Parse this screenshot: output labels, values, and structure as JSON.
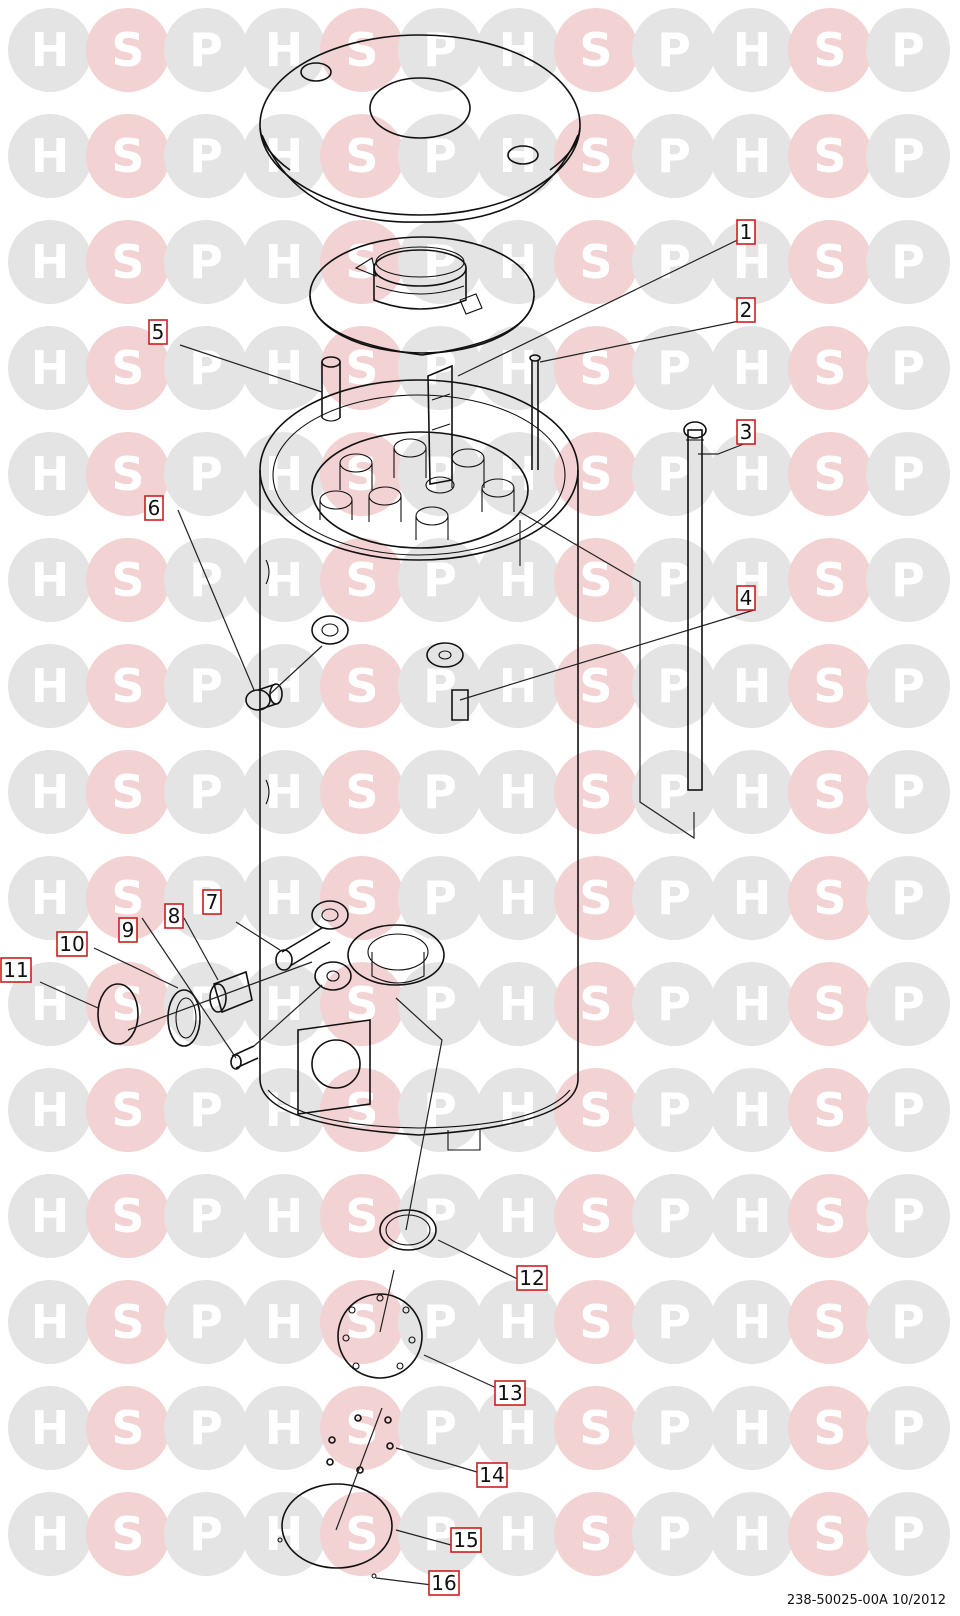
{
  "watermark": {
    "letters": [
      "H",
      "S",
      "P"
    ],
    "colors": {
      "grey": "#e4e4e4",
      "red": "#f2d2d2"
    }
  },
  "callouts": [
    {
      "label": "1"
    },
    {
      "label": "2"
    },
    {
      "label": "3"
    },
    {
      "label": "4"
    },
    {
      "label": "5"
    },
    {
      "label": "6"
    },
    {
      "label": "7"
    },
    {
      "label": "8"
    },
    {
      "label": "9"
    },
    {
      "label": "10"
    },
    {
      "label": "11"
    },
    {
      "label": "12"
    },
    {
      "label": "13"
    },
    {
      "label": "14"
    },
    {
      "label": "15"
    },
    {
      "label": "16"
    }
  ],
  "reference": "238-50025-00A 10/2012",
  "colors": {
    "callout_border": "#cc1f1f",
    "line": "#111111"
  }
}
